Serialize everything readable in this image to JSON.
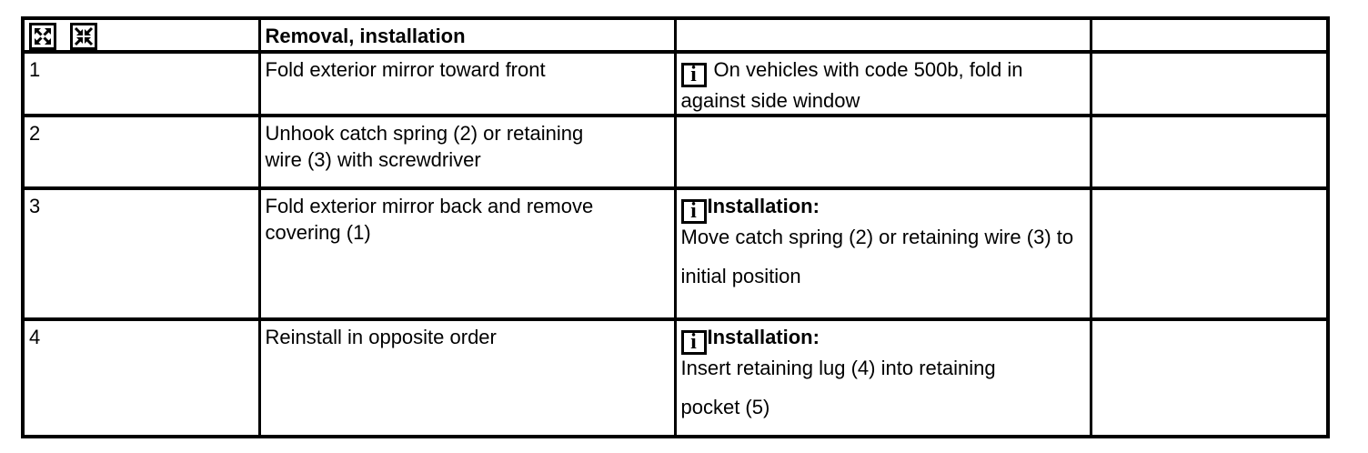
{
  "colors": {
    "background": "#ffffff",
    "border": "#000000",
    "text": "#000000"
  },
  "icons": {
    "info_glyph": "i"
  },
  "header": {
    "title": "Removal, installation"
  },
  "rows": [
    {
      "num": "1",
      "action_lines": [
        "Fold exterior mirror toward front"
      ],
      "note": {
        "lead": "On vehicles with code 500b, fold in",
        "lines": [
          "against side window"
        ]
      }
    },
    {
      "num": "2",
      "action_lines": [
        "Unhook catch spring (2) or retaining",
        "wire (3) with screwdriver"
      ]
    },
    {
      "num": "3",
      "action_lines": [
        "Fold exterior mirror back and remove",
        "covering (1)"
      ],
      "note": {
        "heading": "Installation:",
        "lines": [
          "Move catch spring (2) or retaining wire (3) to",
          "initial position"
        ]
      }
    },
    {
      "num": "4",
      "action_lines": [
        "Reinstall in opposite order"
      ],
      "note": {
        "heading": "Installation:",
        "lines": [
          "Insert retaining lug (4) into retaining",
          "pocket (5)"
        ]
      }
    }
  ]
}
